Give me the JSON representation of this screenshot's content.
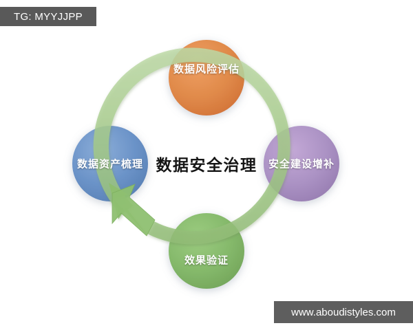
{
  "tag_badge": {
    "label": "TG: MYYJJPP"
  },
  "watermark": {
    "label": "www.aboudistyles.com"
  },
  "diagram": {
    "title": "数据安全治理",
    "cycle_direction": "counter-clockwise",
    "ring_color": "#a7cc8c",
    "arrow_color": "#8ebf6e",
    "nodes": [
      {
        "id": "risk-assessment",
        "label": "数据风险评估",
        "position": "top",
        "color": "#e08a4a"
      },
      {
        "id": "security-build",
        "label": "安全建设增补",
        "position": "right",
        "color": "#a890c0"
      },
      {
        "id": "effect-verify",
        "label": "效果验证",
        "position": "bottom",
        "color": "#85b96b"
      },
      {
        "id": "asset-inventory",
        "label": "数据资产梳理",
        "position": "left",
        "color": "#6b93c8"
      }
    ]
  }
}
